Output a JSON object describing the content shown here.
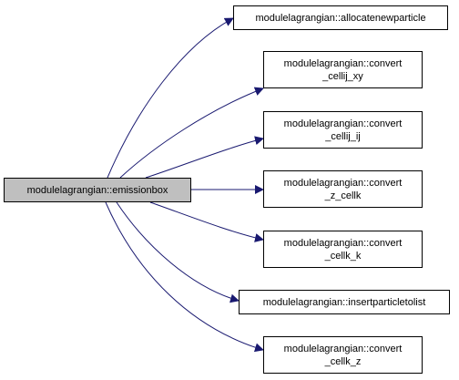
{
  "graph": {
    "colors": {
      "edge": "#191970",
      "root_fill": "#bfbfbf",
      "node_fill": "#ffffff",
      "border": "#000000"
    },
    "root": {
      "label": "modulelagrangian::emissionbox"
    },
    "callees": [
      {
        "label": "modulelagrangian::allocatenewparticle"
      },
      {
        "label": "modulelagrangian::convert\n_cellij_xy"
      },
      {
        "label": "modulelagrangian::convert\n_cellij_ij"
      },
      {
        "label": "modulelagrangian::convert\n_z_cellk"
      },
      {
        "label": "modulelagrangian::convert\n_cellk_k"
      },
      {
        "label": "modulelagrangian::insertparticletolist"
      },
      {
        "label": "modulelagrangian::convert\n_cellk_z"
      }
    ]
  }
}
